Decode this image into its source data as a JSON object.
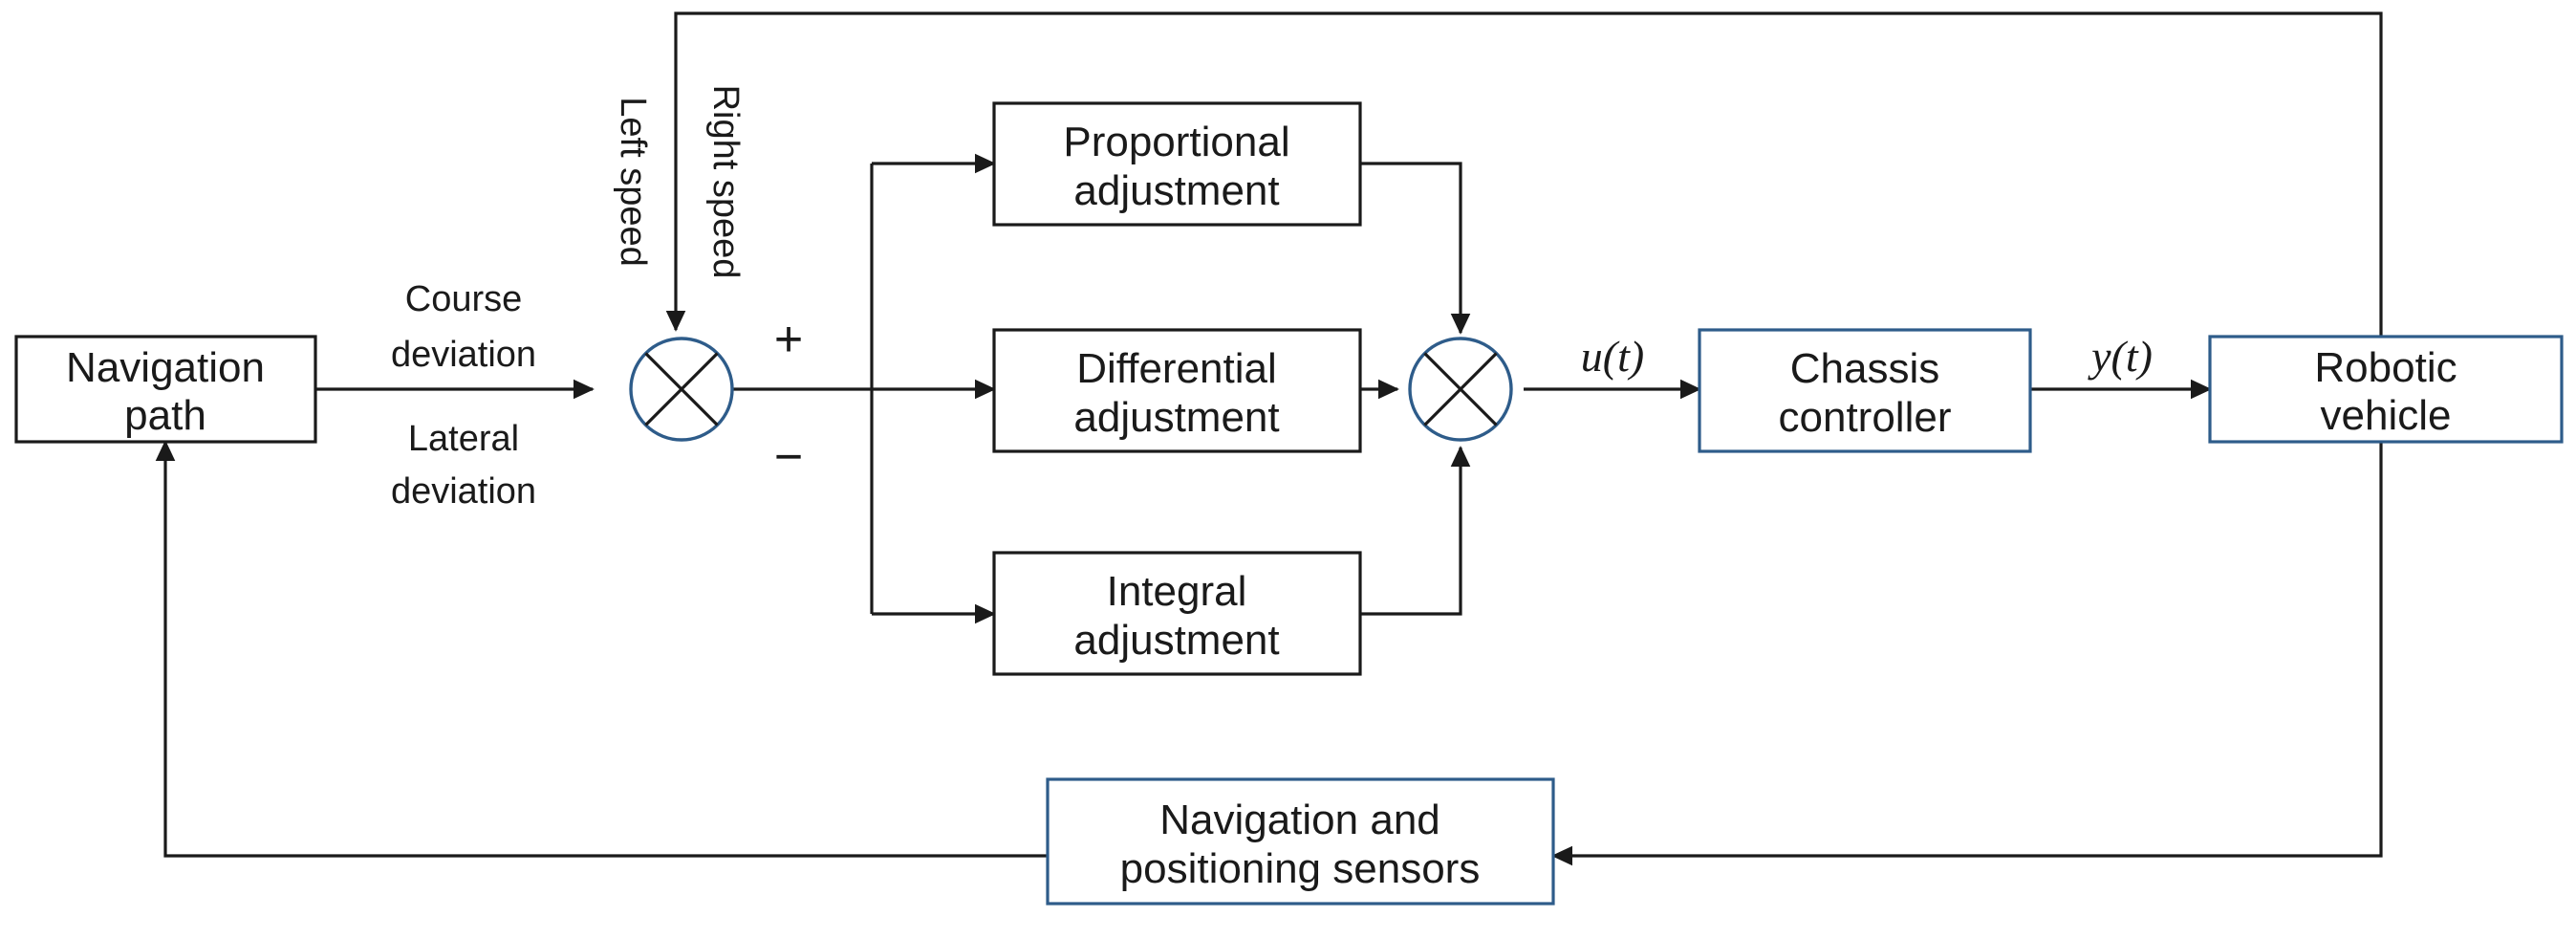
{
  "diagram": {
    "title": "Robotic vehicle path-tracking PID control block diagram",
    "colors": {
      "line": "#1a1a1a",
      "blue_border": "#2E5C8A",
      "background": "#ffffff"
    },
    "blocks": {
      "navigation_path": {
        "line1": "Navigation",
        "line2": "path",
        "border": "black"
      },
      "proportional": {
        "line1": "Proportional",
        "line2": "adjustment",
        "border": "black"
      },
      "differential": {
        "line1": "Differential",
        "line2": "adjustment",
        "border": "black"
      },
      "integral": {
        "line1": "Integral",
        "line2": "adjustment",
        "border": "black"
      },
      "chassis": {
        "line1": "Chassis",
        "line2": "controller",
        "border": "blue"
      },
      "vehicle": {
        "line1": "Robotic",
        "line2": "vehicle",
        "border": "blue"
      },
      "sensors": {
        "line1": "Navigation and",
        "line2": "positioning sensors",
        "border": "blue"
      }
    },
    "edge_labels": {
      "course_deviation_1": "Course",
      "course_deviation_2": "deviation",
      "lateral_deviation_1": "Lateral",
      "lateral_deviation_2": "deviation",
      "left_speed": "Left speed",
      "right_speed": "Right speed",
      "plus_sign": "+",
      "minus_sign": "−",
      "u_of_t": "u(t)",
      "y_of_t": "y(t)"
    },
    "junctions": {
      "error_sum": "summing-junction-error",
      "pid_sum": "summing-junction-pid"
    }
  }
}
